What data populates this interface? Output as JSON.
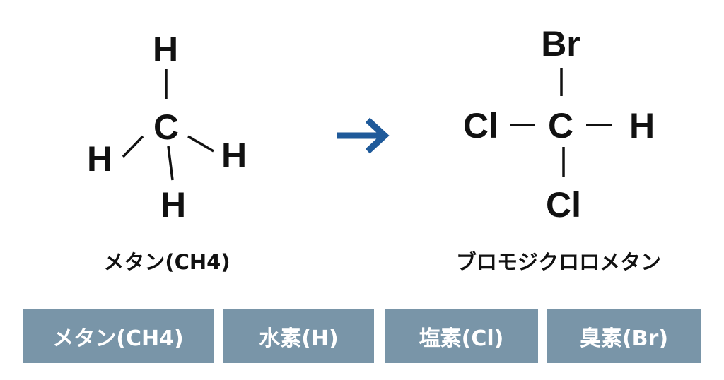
{
  "methane": {
    "atoms": {
      "top": "H",
      "center": "C",
      "left": "H",
      "right": "H",
      "bottom": "H"
    },
    "label": "メタン(CH4)"
  },
  "product": {
    "atoms": {
      "top": "Br",
      "center": "C",
      "left": "Cl",
      "right": "H",
      "bottom": "Cl"
    },
    "label": "ブロモジクロロメタン"
  },
  "legend": [
    "メタン(CH4)",
    "水素(H)",
    "塩素(Cl)",
    "臭素(Br)"
  ],
  "colors": {
    "arrow": "#1f5a9a",
    "legend_box": "#7995a8"
  }
}
